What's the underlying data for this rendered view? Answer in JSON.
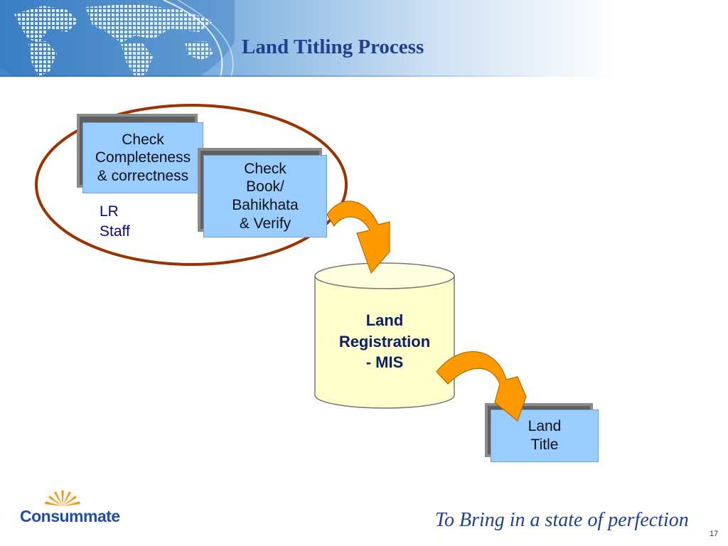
{
  "header": {
    "title": "Land Titling Process"
  },
  "steps": {
    "check_completeness": [
      "Check",
      "Completeness",
      "& correctness"
    ],
    "check_book": [
      "Check",
      "Book/",
      "Bahikhata",
      "& Verify"
    ],
    "land_title": [
      "Land",
      "Title"
    ]
  },
  "lr_staff": [
    "LR",
    "Staff"
  ],
  "database": {
    "lines": [
      "Land",
      "Registration",
      "- MIS"
    ]
  },
  "footer": {
    "logo": "Consummate",
    "tagline": "To Bring in a state of perfection",
    "page_number": "17"
  },
  "colors": {
    "box": "#99ccff",
    "arrow": "#ff9900",
    "ellipse": "#993300",
    "cylinder": "#ffffcc",
    "title": "#1f3f8f"
  }
}
